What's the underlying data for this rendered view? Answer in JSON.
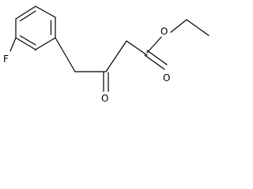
{
  "structure": {
    "atoms": {
      "fluorine": "F",
      "ester_oxygen": "O",
      "carbonyl_oxygen_ester": "O",
      "ketone_oxygen": "O"
    }
  }
}
